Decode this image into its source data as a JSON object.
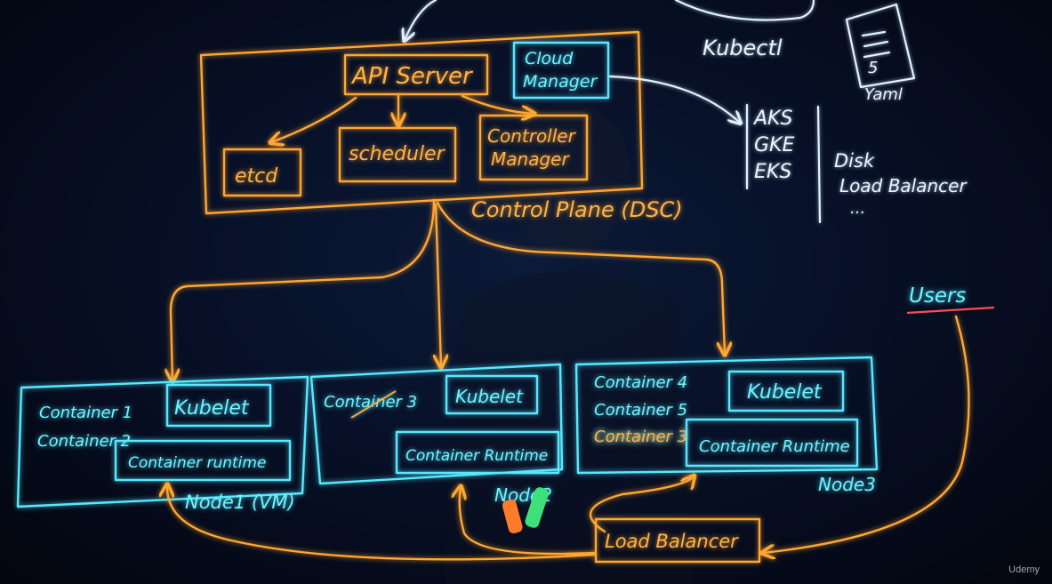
{
  "colors": {
    "orange": "#ffa733",
    "cyan": "#59e8ff",
    "white": "#dff3ff",
    "background": "#071027"
  },
  "top": {
    "kubectl": "Kubectl",
    "yaml_number": "5",
    "yaml_label": "Yaml"
  },
  "control_plane": {
    "label": "Control Plane (DSC)",
    "api_server": "API Server",
    "cloud_manager_line1": "Cloud",
    "cloud_manager_line2": "Manager",
    "etcd": "etcd",
    "scheduler": "scheduler",
    "controller_manager_line1": "Controller",
    "controller_manager_line2": "Manager"
  },
  "cloud_providers": {
    "items": [
      "AKS",
      "GKE",
      "EKS"
    ],
    "resources": [
      "Disk",
      "Load Balancer",
      "..."
    ]
  },
  "users": "Users",
  "nodes": [
    {
      "label": "Node1 (VM)",
      "containers": [
        "Container 1",
        "Container 2"
      ],
      "kubelet": "Kubelet",
      "runtime": "Container runtime"
    },
    {
      "label": "Node2",
      "containers": [
        "Container 3"
      ],
      "kubelet": "Kubelet",
      "runtime": "Container Runtime"
    },
    {
      "label": "Node3",
      "containers": [
        "Container 4",
        "Container 5",
        "Container 3"
      ],
      "kubelet": "Kubelet",
      "runtime": "Container Runtime"
    }
  ],
  "load_balancer": "Load Balancer",
  "watermark": "Udemy"
}
